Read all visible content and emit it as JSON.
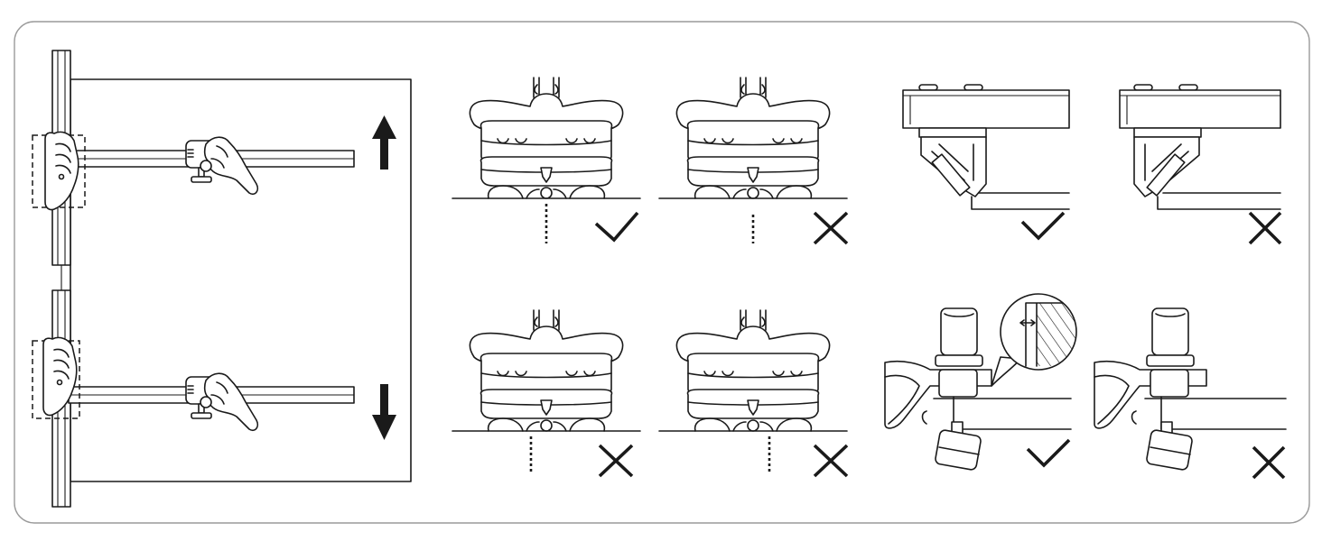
{
  "colors": {
    "line": "#1a1a1a",
    "frame": "#9a9a9a",
    "background": "#ffffff"
  },
  "panels": {
    "ruler": {
      "steps": [
        {
          "direction": "up",
          "icon": "arrow-up-icon"
        },
        {
          "direction": "down",
          "icon": "arrow-down-icon"
        }
      ]
    },
    "clamp_centering": {
      "cases": [
        {
          "result": "correct",
          "icon": "check-icon"
        },
        {
          "result": "incorrect",
          "icon": "cross-icon"
        },
        {
          "result": "incorrect",
          "icon": "cross-icon"
        },
        {
          "result": "incorrect",
          "icon": "cross-icon"
        }
      ]
    },
    "profile_fit": {
      "cases": [
        {
          "result": "correct",
          "icon": "check-icon"
        },
        {
          "result": "incorrect",
          "icon": "cross-icon"
        }
      ]
    },
    "bracket_gap": {
      "cases": [
        {
          "result": "correct",
          "icon": "check-icon"
        },
        {
          "result": "incorrect",
          "icon": "cross-icon"
        }
      ]
    }
  }
}
